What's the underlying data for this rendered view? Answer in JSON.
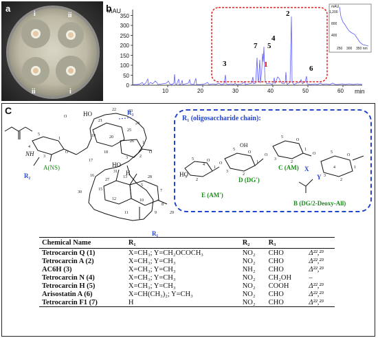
{
  "panel_a": {
    "label": "a",
    "quadrant_labels": [
      "i",
      "ii",
      "ii",
      "i"
    ]
  },
  "panel_b": {
    "label": "b",
    "y_unit": "mAU",
    "x_unit": "min",
    "y_ticks": [
      "0",
      "50",
      "100",
      "150",
      "200",
      "250",
      "300",
      "350"
    ],
    "x_ticks": [
      "10",
      "20",
      "30",
      "40",
      "50",
      "60"
    ],
    "peak_labels": [
      {
        "text": "3",
        "color": "#000000"
      },
      {
        "text": "7",
        "color": "#000000"
      },
      {
        "text": "1",
        "color": "#cc0000"
      },
      {
        "text": "5",
        "color": "#000000"
      },
      {
        "text": "4",
        "color": "#000000"
      },
      {
        "text": "2",
        "color": "#000000"
      },
      {
        "text": "6",
        "color": "#000000"
      }
    ],
    "inset": {
      "y_unit": "mAU",
      "y_ticks": [
        "1,200",
        "800",
        "400"
      ],
      "x_ticks": [
        "250",
        "300",
        "350 nm"
      ]
    }
  },
  "panel_c": {
    "label": "C",
    "box_title": "R₁ (oligosaccharide chain):",
    "sugar_units": [
      {
        "text": "E (AM′)",
        "color": "#1a8a1a"
      },
      {
        "text": "D (DG′)",
        "color": "#1a8a1a"
      },
      {
        "text": "C (AM)",
        "color": "#1a8a1a"
      },
      {
        "text": "B (DG/2-Deoxy-All)",
        "color": "#1a8a1a"
      }
    ],
    "aglycone_labels": {
      "ring_a": "A(NS)",
      "r1": "R₁",
      "r2": "R₂",
      "r3": "R₃",
      "oh_top": "HO",
      "oh_bottom": "HO",
      "nh": "NH",
      "h": "H",
      "x": "X",
      "y": "Y",
      "oh_sugar": "HO",
      "oh_d": "OH"
    },
    "table": {
      "headers": [
        "Chemical Name",
        "R₁",
        "R₂",
        "R₃",
        ""
      ],
      "rows": [
        {
          "name": "Tetrocarcin Q (1)",
          "r1": "X=CH₃; Y=CH₂OCOCH₃",
          "r2": "NO₂",
          "r3": "CHO",
          "delta": "Δ²²,²³"
        },
        {
          "name": "Tetrocarcin A (2)",
          "r1": "X=CH₃; Y=CH₃",
          "r2": "NO₂",
          "r3": "CHO",
          "delta": "Δ²²,²³"
        },
        {
          "name": "AC6H (3)",
          "r1": "X=CH₃; Y=CH₃",
          "r2": "NH₂",
          "r3": "CHO",
          "delta": "Δ²²,²³"
        },
        {
          "name": "Tetrocarcin N (4)",
          "r1": "X=CH₃; Y=CH₃",
          "r2": "NO₂",
          "r3": "CH₂OH",
          "delta": "–"
        },
        {
          "name": "Tetrocarcin H (5)",
          "r1": "X=CH₃; Y=CH₃",
          "r2": "NO₂",
          "r3": "COOH",
          "delta": "Δ²²,²³"
        },
        {
          "name": "Arisostatin A (6)",
          "r1": "X=CH(CH₃)₂; Y=CH₃",
          "r2": "NO₂",
          "r3": "CHO",
          "delta": "Δ²²,²³"
        },
        {
          "name": "Tetrocarcin F1 (7)",
          "r1": "H",
          "r2": "NO₂",
          "r3": "CHO",
          "delta": "Δ²²,²³"
        }
      ]
    }
  },
  "colors": {
    "trace": "#5a5aff",
    "dashed_box": "#dd2222",
    "sugar_box": "#2244cc",
    "ring_label": "#1a8a1a",
    "r_label": "#2244cc"
  }
}
